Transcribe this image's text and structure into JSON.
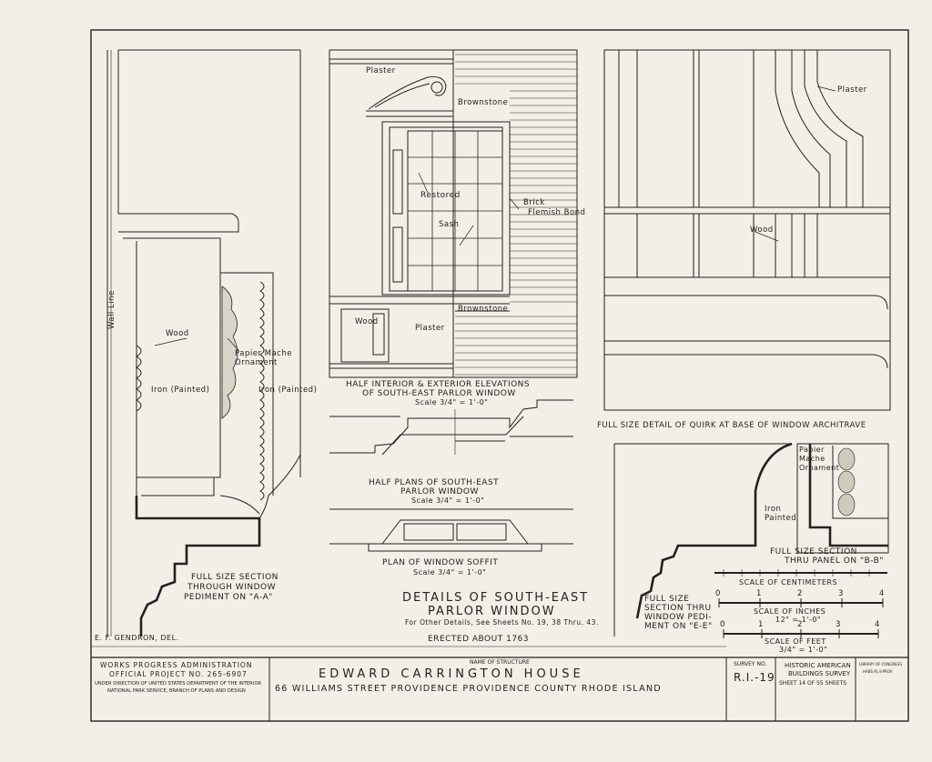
{
  "drawing": {
    "section_aa": {
      "wall_line": "Wall Line",
      "wood": "Wood",
      "papier_mache": "Papier Mache Ornament",
      "iron_painted_left": "Iron (Painted)",
      "iron_painted_right": "Iron (Painted)",
      "caption_1": "FULL SIZE SECTION",
      "caption_2": "THROUGH WINDOW",
      "caption_3": "PEDIMENT ON \"A-A\"",
      "delineator": "E. F. GENDRON, DEL."
    },
    "elevation": {
      "plaster_top": "Plaster",
      "brownstone_top": "Brownstone",
      "restored": "Restored",
      "brick": "Brick",
      "flemish_bond": "Flemish Bond",
      "sash": "Sash",
      "wood": "Wood",
      "plaster_bottom": "Plaster",
      "brownstone_bottom": "Brownstone",
      "caption_1": "HALF INTERIOR & EXTERIOR ELEVATIONS",
      "caption_2": "OF SOUTH-EAST PARLOR WINDOW",
      "scale": "Scale 3/4\" = 1'-0\""
    },
    "half_plans": {
      "caption_1": "HALF PLANS OF SOUTH-EAST",
      "caption_2": "PARLOR WINDOW",
      "scale": "Scale 3/4\" = 1'-0\""
    },
    "soffit": {
      "caption": "PLAN OF WINDOW SOFFIT",
      "scale": "Scale 3/4\" = 1'-0\""
    },
    "quirk": {
      "plaster": "Plaster",
      "wood": "Wood",
      "caption": "FULL SIZE DETAIL OF QUIRK AT BASE OF WINDOW ARCHITRAVE"
    },
    "section_ee": {
      "iron_painted": "Iron Painted",
      "caption_1": "FULL SIZE",
      "caption_2": "SECTION THRU",
      "caption_3": "WINDOW PEDI-",
      "caption_4": "MENT ON \"E-E\""
    },
    "section_bb": {
      "papier_mache": "Papier Mache Ornament",
      "caption_1": "FULL SIZE SECTION",
      "caption_2": "THRU PANEL ON \"B-B\""
    },
    "scales": {
      "centimeters": "SCALE OF CENTIMETERS",
      "inches_title": "SCALE OF INCHES",
      "inches_ratio": "12\" = 1'-0\"",
      "feet_title": "SCALE OF FEET",
      "feet_ratio": "3/4\" = 1'-0\"",
      "inch_ticks": [
        "0",
        "1",
        "2",
        "3",
        "4"
      ],
      "feet_ticks": [
        "0",
        "1",
        "2",
        "3",
        "4"
      ]
    },
    "details_title": {
      "line_1": "DETAILS OF SOUTH-EAST",
      "line_2": "PARLOR WINDOW",
      "note": "For Other Details, See Sheets No. 19, 38 Thru. 43.",
      "erected": "ERECTED ABOUT 1763"
    }
  },
  "title_block": {
    "wpa_1": "WORKS PROGRESS ADMINISTRATION",
    "wpa_2": "OFFICIAL PROJECT NO. 265-6907",
    "wpa_3": "UNDER DIRECTION OF UNITED STATES DEPARTMENT OF THE INTERIOR",
    "wpa_4": "NATIONAL PARK SERVICE, BRANCH OF PLANS AND DESIGN",
    "name_label": "NAME OF STRUCTURE",
    "structure_name": "EDWARD CARRINGTON HOUSE",
    "address": "66 WILLIAMS STREET  PROVIDENCE  PROVIDENCE COUNTY  RHODE ISLAND",
    "survey_label": "SURVEY NO.",
    "survey_no": "R.I.-19",
    "habs_1": "HISTORIC AMERICAN",
    "habs_2": "BUILDINGS SURVEY",
    "sheet": "SHEET 14 OF 55 SHEETS",
    "library_1": "LIBRARY OF CONGRESS",
    "library_2": "HABS RI,4-PROV"
  }
}
